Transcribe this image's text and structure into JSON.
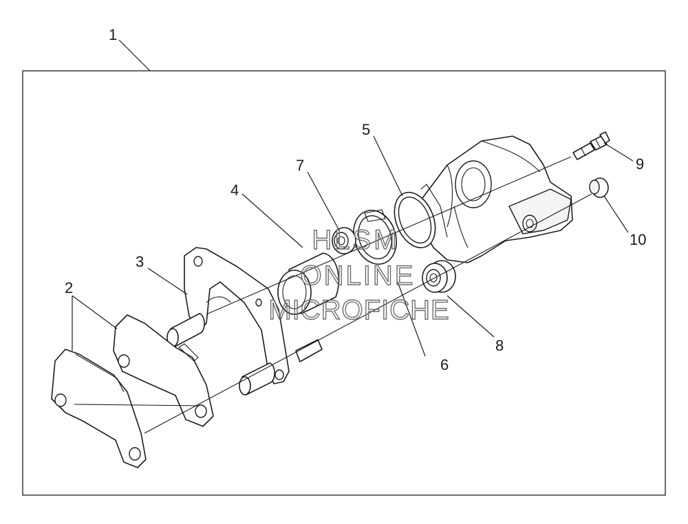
{
  "callouts": [
    {
      "id": "1",
      "label": "1"
    },
    {
      "id": "2",
      "label": "2"
    },
    {
      "id": "3",
      "label": "3"
    },
    {
      "id": "4",
      "label": "4"
    },
    {
      "id": "5",
      "label": "5"
    },
    {
      "id": "6",
      "label": "6"
    },
    {
      "id": "7",
      "label": "7"
    },
    {
      "id": "8",
      "label": "8"
    },
    {
      "id": "9",
      "label": "9"
    },
    {
      "id": "10",
      "label": "10"
    }
  ],
  "watermark": {
    "line1": "HLSM",
    "line2": "ONLINE",
    "line3": "MICROFICHE"
  },
  "colors": {
    "line": "#1a1a1a",
    "watermark": "#6d6d6d",
    "background": "#ffffff"
  }
}
